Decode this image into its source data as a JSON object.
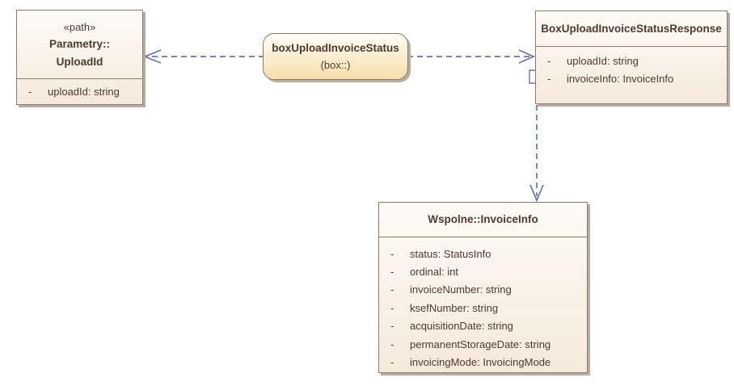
{
  "diagram": {
    "colors": {
      "canvas_bg": "#ffffff",
      "box_fill_top": "#fdfbf7",
      "box_fill_bottom": "#f5e9db",
      "box_border": "#8e7b6c",
      "box_shadow": "#b6aca3",
      "text": "#4e3a30",
      "connector": "#66779e",
      "activity_fill_top": "#fffdf3",
      "activity_fill_bottom": "#f7dfab",
      "activity_border": "#897869"
    },
    "activity": {
      "name": "boxUploadInvoiceStatus",
      "qualifier": "(box::)"
    },
    "classes": [
      {
        "stereotype": "«path»",
        "name_lines": [
          "Parametry::",
          "UploadId"
        ],
        "attributes": [
          {
            "vis": "-",
            "text": "uploadId: string"
          }
        ]
      },
      {
        "name_lines": [
          "BoxUploadInvoiceStatusResponse"
        ],
        "attributes": [
          {
            "vis": "-",
            "text": "uploadId: string"
          },
          {
            "vis": "-",
            "text": "invoiceInfo: InvoiceInfo"
          }
        ]
      },
      {
        "name_lines": [
          "Wspolne::InvoiceInfo"
        ],
        "attributes": [
          {
            "vis": "-",
            "text": "status: StatusInfo"
          },
          {
            "vis": "-",
            "text": "ordinal: int"
          },
          {
            "vis": "-",
            "text": "invoiceNumber: string"
          },
          {
            "vis": "-",
            "text": "ksefNumber: string"
          },
          {
            "vis": "-",
            "text": "acquisitionDate: string"
          },
          {
            "vis": "-",
            "text": "permanentStorageDate: string"
          },
          {
            "vis": "-",
            "text": "invoicingMode: InvoicingMode"
          }
        ]
      }
    ],
    "connectors": [
      {
        "type": "dependency",
        "style": "dashed-open-arrow",
        "from": "boxUploadInvoiceStatus",
        "to": "Parametry::UploadId"
      },
      {
        "type": "dependency",
        "style": "dashed-open-arrow",
        "from": "boxUploadInvoiceStatus",
        "to": "BoxUploadInvoiceStatusResponse"
      },
      {
        "type": "dependency",
        "style": "dashed-open-arrow",
        "from": "BoxUploadInvoiceStatusResponse",
        "to": "Wspolne::InvoiceInfo"
      }
    ]
  }
}
